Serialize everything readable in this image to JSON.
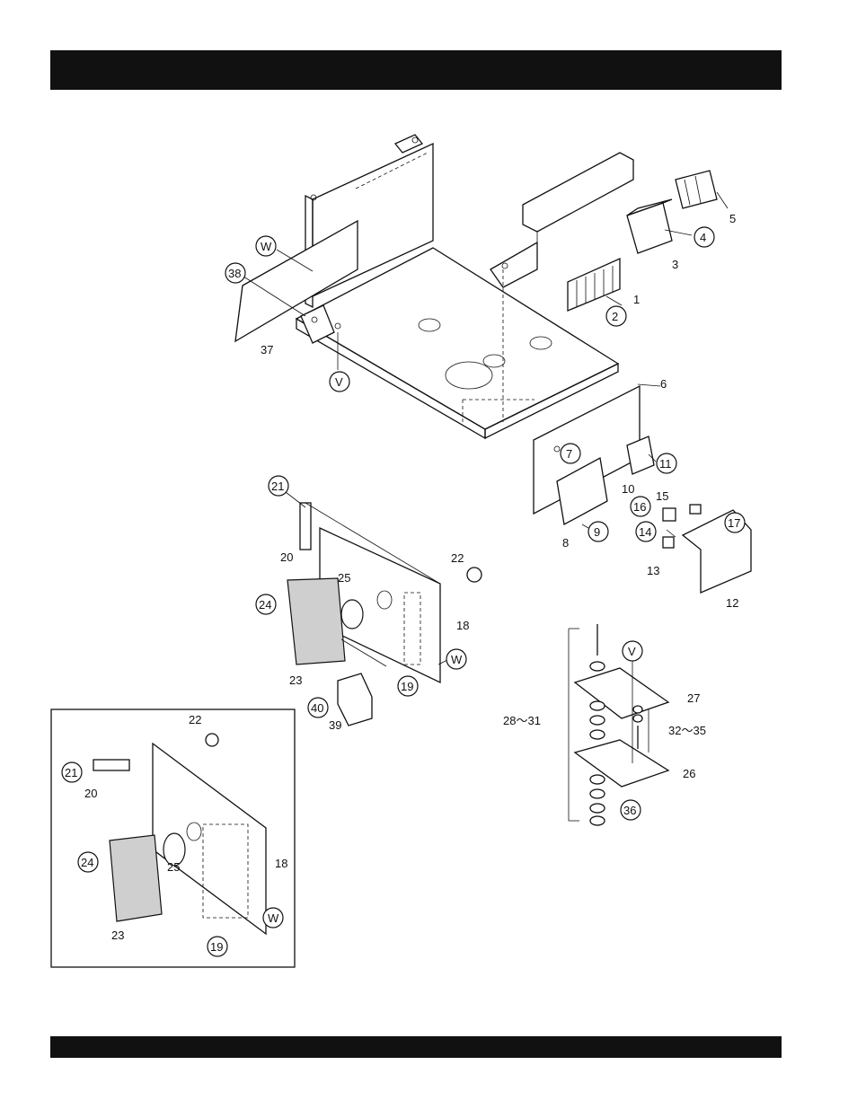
{
  "header": {
    "color": "#111111"
  },
  "footer": {
    "color": "#111111"
  },
  "callouts": {
    "c1": "1",
    "c2": "2",
    "c3": "3",
    "c4": "4",
    "c5": "5",
    "c6": "6",
    "c7": "7",
    "c8": "8",
    "c9": "9",
    "c10": "10",
    "c11": "11",
    "c12": "12",
    "c13": "13",
    "c14": "14",
    "c15": "15",
    "c16": "16",
    "c17": "17",
    "c18": "18",
    "c19": "19",
    "c20": "20",
    "c21": "21",
    "c22": "22",
    "c23": "23",
    "c24": "24",
    "c25": "25",
    "c26": "26",
    "c27": "27",
    "c28_31": "28～31",
    "c32_35": "32～35",
    "c36": "36",
    "c37": "37",
    "c38": "38",
    "c39": "39",
    "c40": "40",
    "cV": "V",
    "cW": "W"
  },
  "inset": {
    "c18": "18",
    "c19": "19",
    "c20": "20",
    "c21": "21",
    "c22": "22",
    "c23": "23",
    "c24": "24",
    "c25": "25",
    "cW": "W"
  }
}
